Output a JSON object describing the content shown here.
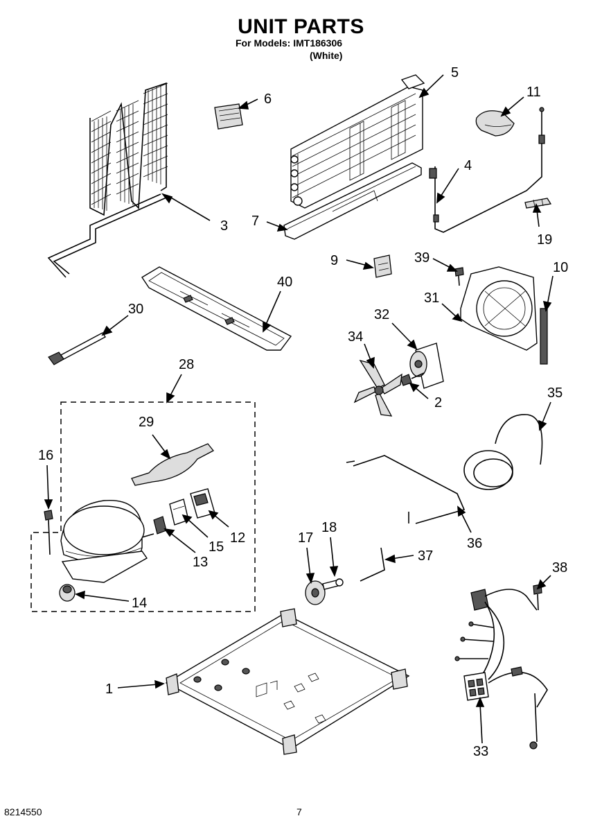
{
  "header": {
    "title": "UNIT PARTS",
    "models_line": "For Models: IMT186306",
    "color_line": "(White)"
  },
  "footer": {
    "doc_number": "8214550",
    "page_number": "7"
  },
  "callouts": {
    "c1": "1",
    "c2": "2",
    "c3": "3",
    "c4": "4",
    "c5": "5",
    "c6": "6",
    "c7": "7",
    "c9": "9",
    "c10": "10",
    "c11": "11",
    "c12": "12",
    "c13": "13",
    "c14": "14",
    "c15": "15",
    "c16": "16",
    "c17": "17",
    "c18": "18",
    "c19": "19",
    "c28": "28",
    "c29": "29",
    "c30": "30",
    "c31": "31",
    "c32": "32",
    "c33": "33",
    "c34": "34",
    "c35": "35",
    "c36": "36",
    "c37": "37",
    "c38": "38",
    "c39": "39",
    "c40": "40"
  }
}
